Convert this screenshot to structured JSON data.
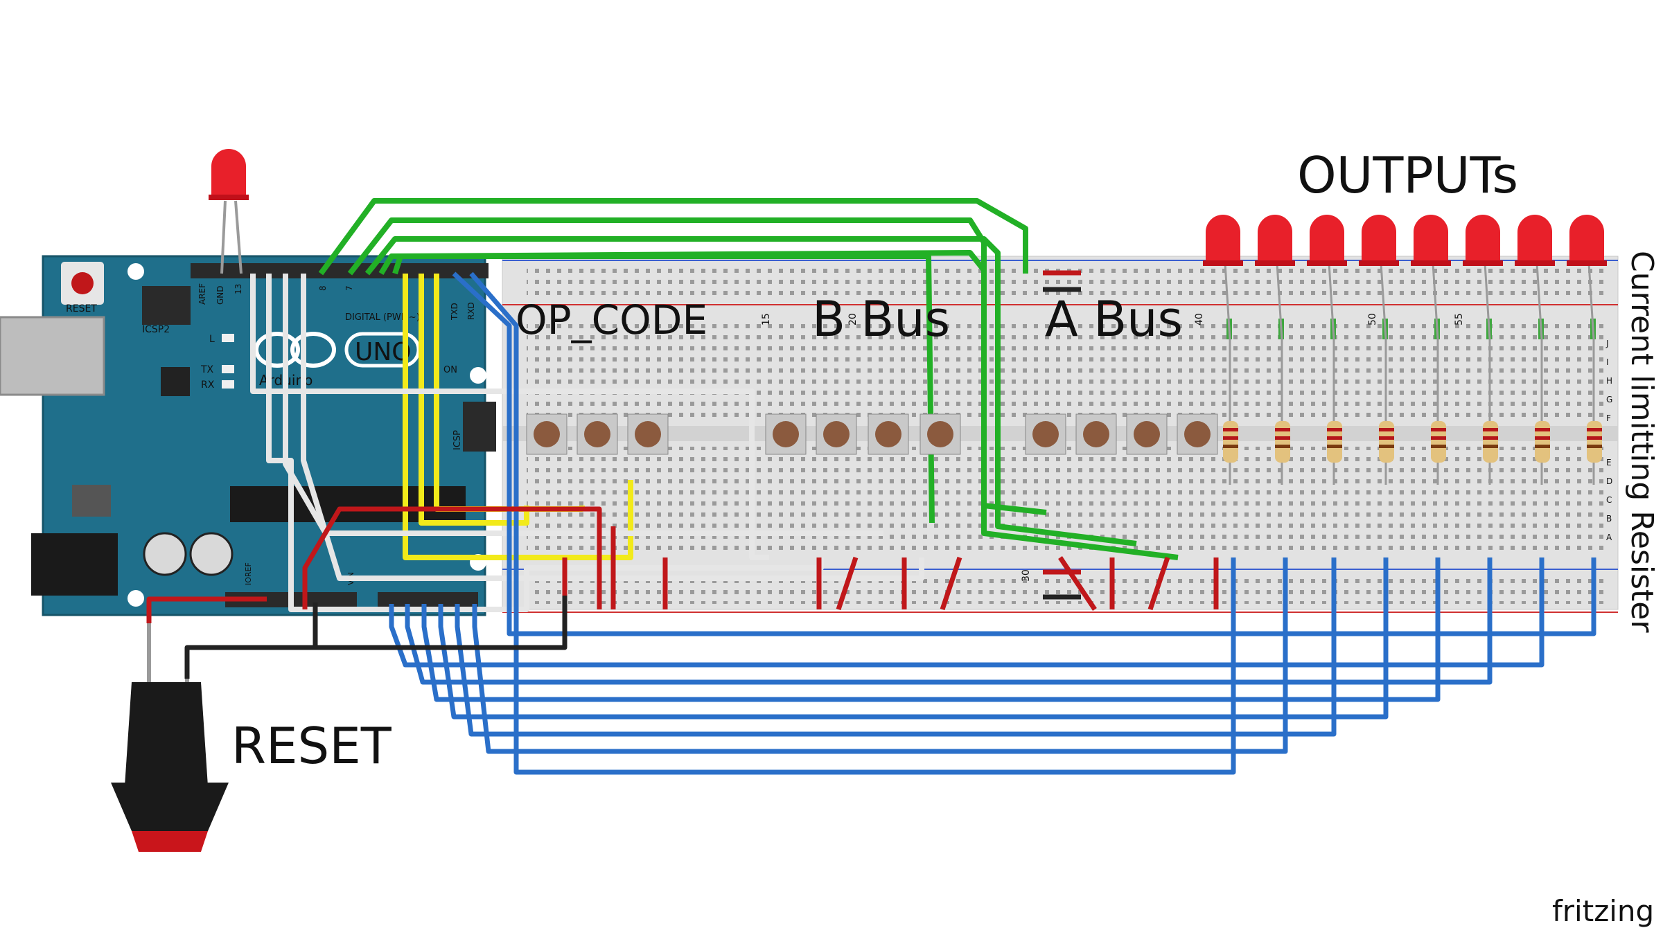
{
  "labels": {
    "op_code": "OP_CODE",
    "b_bus": "B Bus",
    "a_bus": "A Bus",
    "outputs": "OUTPUTs",
    "reset": "RESET",
    "resistor_note": "Current limitting Resister",
    "brand": "fritzing"
  },
  "arduino": {
    "logo": "UNO",
    "brand": "Arduino",
    "reset_label": "RESET",
    "icsp2": "ICSP2",
    "icsp": "ICSP",
    "led_l": "L",
    "tx": "TX",
    "rx": "RX",
    "on": "ON",
    "digital": "DIGITAL (PWM~)",
    "aref": "AREF",
    "gnd": "GND",
    "pin13": "13",
    "pin8": "8",
    "pin7": "7",
    "txd": "TXD",
    "rxd": "RXD",
    "ioref": "IOREF",
    "vin": "VIN"
  },
  "breadboard": {
    "row_labels_left": [
      "J",
      "I",
      "H",
      "G",
      "F",
      "E",
      "D",
      "C",
      "B",
      "A"
    ],
    "col_numbers": [
      "15",
      "20",
      "30",
      "40",
      "50",
      "55"
    ]
  },
  "colors": {
    "board_blue": "#1f6f8b",
    "wire_green": "#22b026",
    "wire_yellow": "#f2ea1a",
    "wire_blue": "#2a6fc9",
    "wire_red": "#c0171a",
    "wire_white": "#e6e6e6",
    "wire_black": "#222222",
    "led_red": "#e8202a",
    "note_blue": "#1a1adf"
  }
}
